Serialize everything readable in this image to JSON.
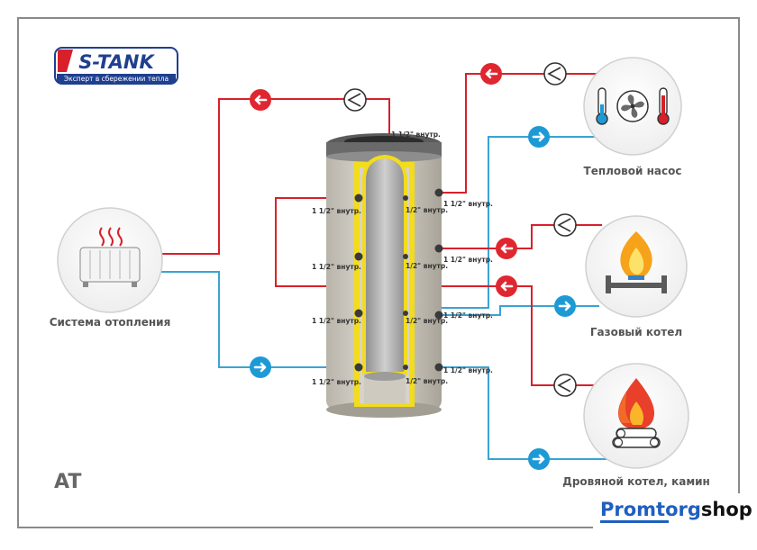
{
  "logo": {
    "brand": "S-TANK",
    "tagline": "Эксперт в сбережении тепла"
  },
  "labels": {
    "heating_system": "Система отопления",
    "heat_pump": "Тепловой насос",
    "gas_boiler": "Газовый котел",
    "wood_boiler": "Дровяной котел, камин"
  },
  "model": "AT",
  "watermark": {
    "part1": "Promtorg",
    "part2": "shop"
  },
  "ports": {
    "top": "1 1/2\" внутр.",
    "left": [
      "1 1/2\" внутр.",
      "1 1/2\" внутр.",
      "1 1/2\" внутр.",
      "1 1/2\" внутр."
    ],
    "inner": [
      "1/2\" внутр.",
      "1/2\" внутр.",
      "1/2\" внутр.",
      "1/2\" внутр."
    ],
    "right": [
      "1 1/2\" внутр.",
      "1 1/2\" внутр.",
      "1 1/2\" внутр.",
      "1 1/2\" внутр."
    ]
  },
  "colors": {
    "hot_pipe": "#d8202a",
    "cold_pipe": "#3aa3d3",
    "hot_marker": "#e0262f",
    "cold_marker": "#1d9ad6",
    "tank_shell": "#c9c4ba",
    "insulation": "#f2dc1c",
    "border": "#8a8a8a",
    "logo_blue": "#1f3f8f",
    "logo_red": "#d8202a",
    "watermark_blue": "#1f5fbf"
  }
}
